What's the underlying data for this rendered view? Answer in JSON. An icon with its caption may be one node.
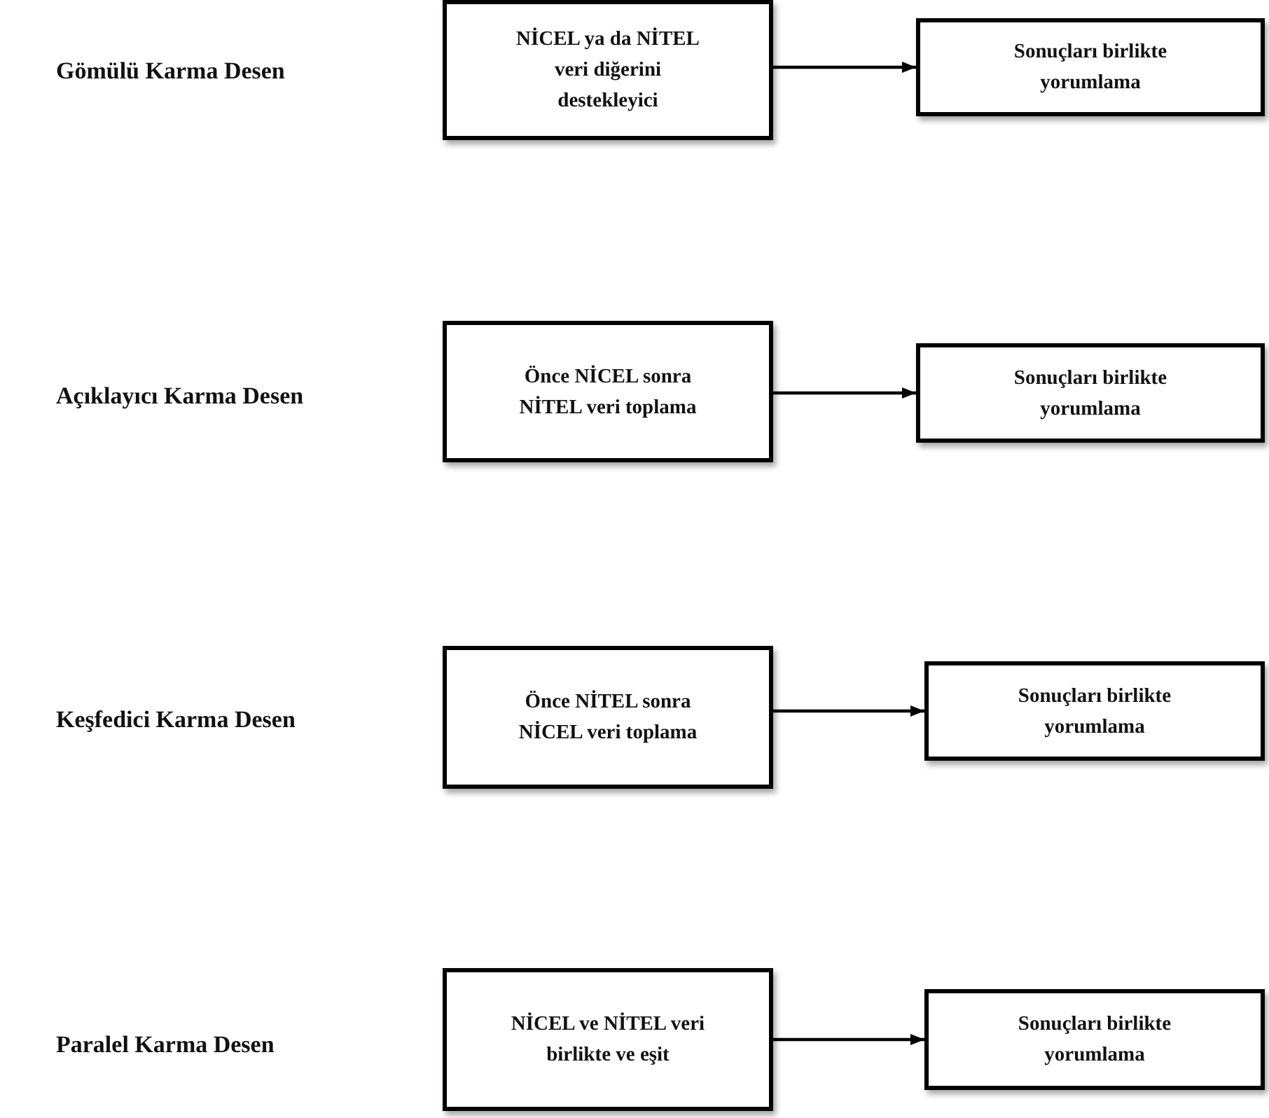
{
  "diagram": {
    "nodes": [
      {
        "text": [
          "NİCEL  ya da NİTEL veri diğerini destekleyici"
        ]
      },
      {
        "text": [
          "Sonuçları birlikte yorumlama"
        ]
      },
      {
        "text": [
          "Önce NİCEL sonra NİTEL veri toplama"
        ]
      },
      {
        "text": [
          "Sonuçları birlikte yorumlama"
        ]
      },
      {
        "text": [
          "Önce NİTEL sonra NİCEL  veri toplama"
        ]
      },
      {
        "text": [
          "Sonuçları birlikte yorumlama"
        ]
      },
      {
        "text": [
          "NİCEL  ve NİTEL veri birlikte ve eşit"
        ]
      },
      {
        "text": [
          "Sonuçları birlikte yorumlama"
        ]
      }
    ],
    "edges": [
      {
        "from": 0,
        "to": 1,
        "arrow": "to"
      },
      {
        "from": 2,
        "to": 3,
        "arrow": "to"
      },
      {
        "from": 4,
        "to": 5,
        "arrow": "to"
      },
      {
        "from": 6,
        "to": 7,
        "arrow": "to"
      }
    ],
    "labels": [
      "Gömülü Karma Desen",
      "Açıklayıcı Karma Desen",
      "Keşfedici Karma Desen",
      "Paralel Karma Desen"
    ]
  }
}
